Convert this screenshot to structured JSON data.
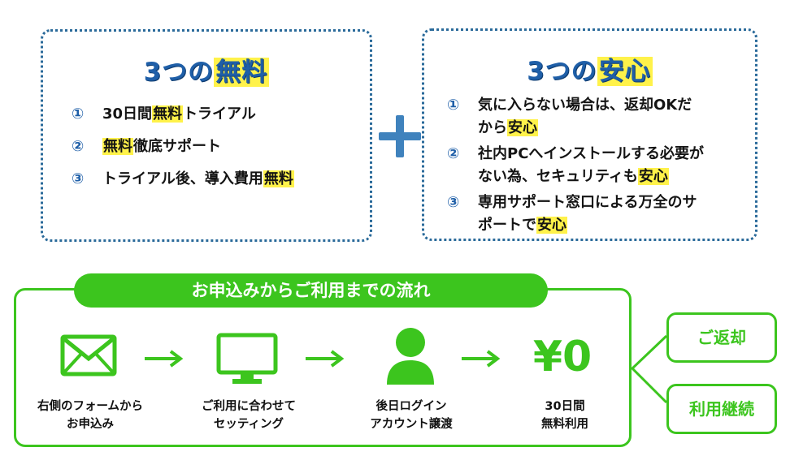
{
  "free_card": {
    "title_prefix": "3つの",
    "title_highlight": "無料",
    "items": [
      {
        "num": "①",
        "before": "30日間",
        "highlight": "無料",
        "after": "トライアル"
      },
      {
        "num": "②",
        "before": "",
        "highlight": "無料",
        "after": "徹底サポート"
      },
      {
        "num": "③",
        "before": "トライアル後、導入費用",
        "highlight": "無料",
        "after": ""
      }
    ]
  },
  "safe_card": {
    "title_prefix": "3つの",
    "title_highlight": "安心",
    "items": [
      {
        "num": "①",
        "line1": "気に入らない場合は、返却OKだ",
        "line2_before": "から",
        "highlight": "安心"
      },
      {
        "num": "②",
        "line1": "社内PCへインストールする必要が",
        "line2_before": "ない為、セキュリティも",
        "highlight": "安心"
      },
      {
        "num": "③",
        "line1": "専用サポート窓口による万全のサ",
        "line2_before": "ポートで",
        "highlight": "安心"
      }
    ]
  },
  "flow": {
    "banner": "お申込みからご利用までの流れ",
    "steps": [
      {
        "icon": "mail-icon",
        "line1": "右側のフォームから",
        "line2": "お申込み"
      },
      {
        "icon": "monitor-icon",
        "line1": "ご利用に合わせて",
        "line2": "セッティング"
      },
      {
        "icon": "person-icon",
        "line1": "後日ログイン",
        "line2": "アカウント譲渡"
      },
      {
        "icon": "yen-icon",
        "symbol": "¥0",
        "line1": "30日間",
        "line2": "無料利用"
      }
    ]
  },
  "outcomes": {
    "refund": "ご返却",
    "continue": "利用継続"
  },
  "colors": {
    "green": "#3cc51e",
    "blue": "#1f5fa8",
    "highlight": "#fff24a",
    "dotted_border": "#2a6a9a"
  }
}
